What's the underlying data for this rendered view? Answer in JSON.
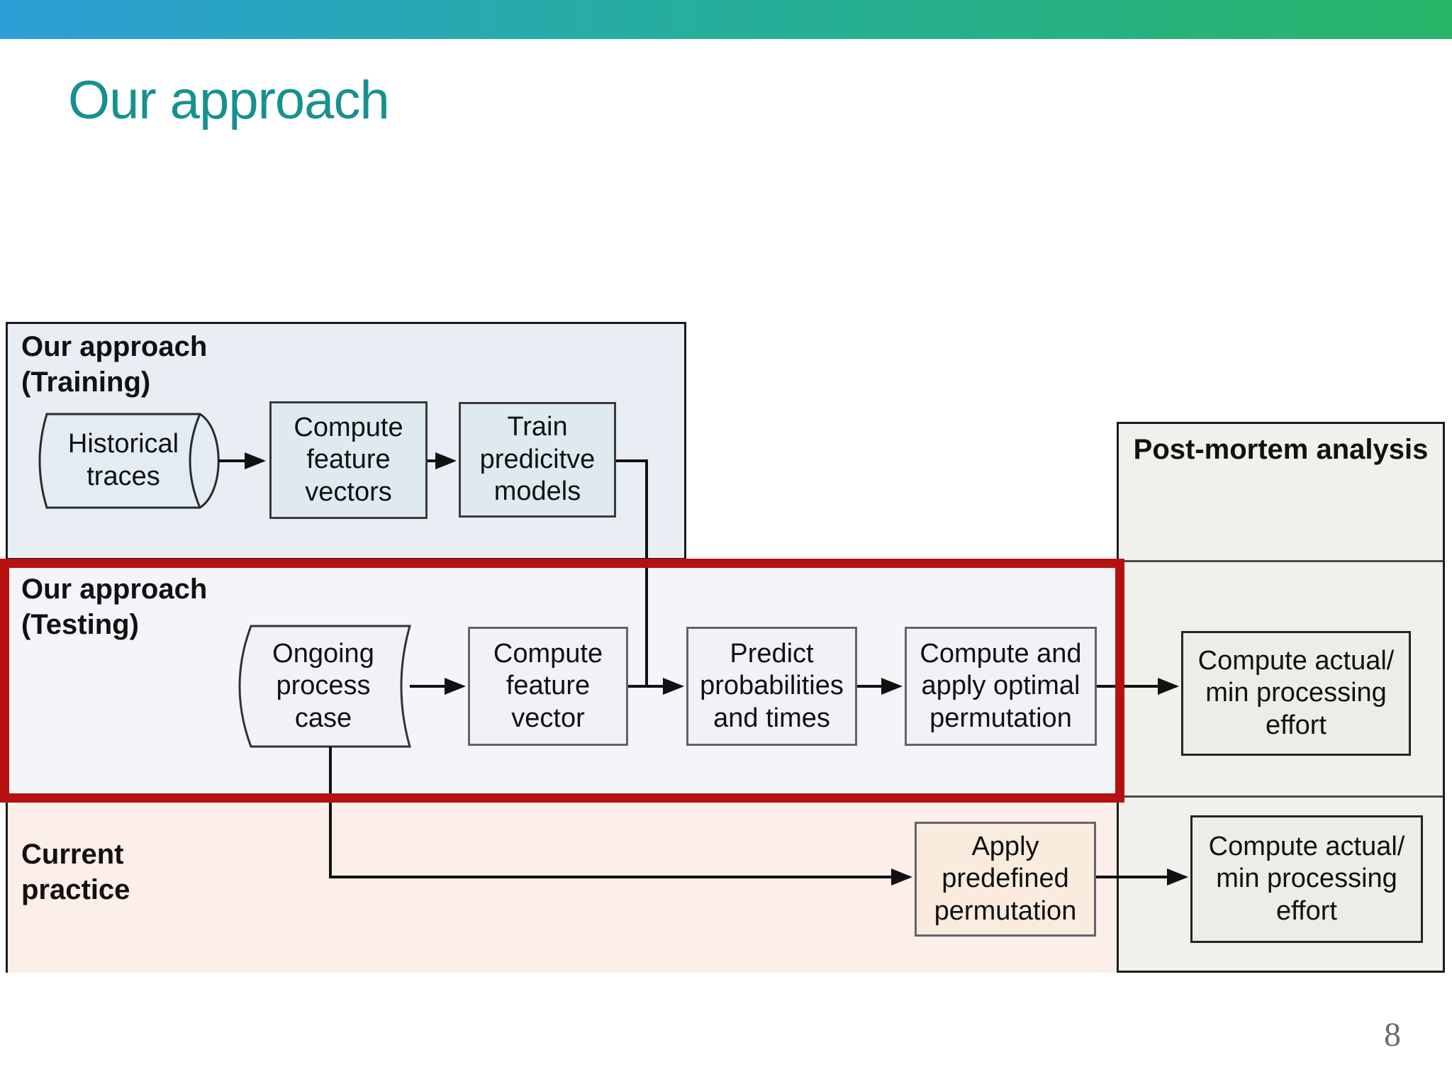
{
  "slide": {
    "title": "Our approach",
    "page_number": "8"
  },
  "sections": {
    "training": {
      "label": "Our approach\n(Training)"
    },
    "testing": {
      "label": "Our approach\n(Testing)"
    },
    "current_practice": {
      "label": "Current\npractice"
    },
    "post_mortem": {
      "label": "Post-mortem analysis"
    }
  },
  "nodes": {
    "historical_traces": "Historical\ntraces",
    "compute_feature_vectors": "Compute\nfeature\nvectors",
    "train_predictive_models": "Train\npredicitve\nmodels",
    "ongoing_process_case": "Ongoing\nprocess\ncase",
    "compute_feature_vector": "Compute\nfeature\nvector",
    "predict_probabilities_and_times": "Predict\nprobabilities\nand times",
    "compute_and_apply_optimal_permutation": "Compute and\napply optimal\npermutation",
    "compute_actual_min_effort_testing": "Compute actual/\nmin processing\neffort",
    "apply_predefined_permutation": "Apply\npredefined\npermutation",
    "compute_actual_min_effort_current": "Compute actual/\nmin processing\neffort"
  },
  "edges": [
    {
      "from": "historical_traces",
      "to": "compute_feature_vectors"
    },
    {
      "from": "compute_feature_vectors",
      "to": "train_predictive_models"
    },
    {
      "from": "train_predictive_models",
      "to": "predict_probabilities_and_times"
    },
    {
      "from": "ongoing_process_case",
      "to": "compute_feature_vector"
    },
    {
      "from": "compute_feature_vector",
      "to": "predict_probabilities_and_times"
    },
    {
      "from": "predict_probabilities_and_times",
      "to": "compute_and_apply_optimal_permutation"
    },
    {
      "from": "compute_and_apply_optimal_permutation",
      "to": "compute_actual_min_effort_testing"
    },
    {
      "from": "ongoing_process_case",
      "to": "apply_predefined_permutation"
    },
    {
      "from": "apply_predefined_permutation",
      "to": "compute_actual_min_effort_current"
    }
  ],
  "colors": {
    "header_gradient_left": "#2b9fd6",
    "header_gradient_mid": "#26ae9d",
    "header_gradient_right": "#27b568",
    "title_teal": "#17918f",
    "training_panel_bg": "#e9eef5",
    "training_box_fill": "#dfeaf0",
    "testing_area_bg": "#f3f5f9",
    "testing_box_fill": "#f1f2f7",
    "current_practice_bg": "#fceee9",
    "current_box_fill": "#f9ecdf",
    "post_mortem_bg": "#f1f0ec",
    "post_mortem_box_fill": "#edede8",
    "highlight_red": "#b51111",
    "line_black": "#111111",
    "page_number_gray": "#6e6a70"
  }
}
